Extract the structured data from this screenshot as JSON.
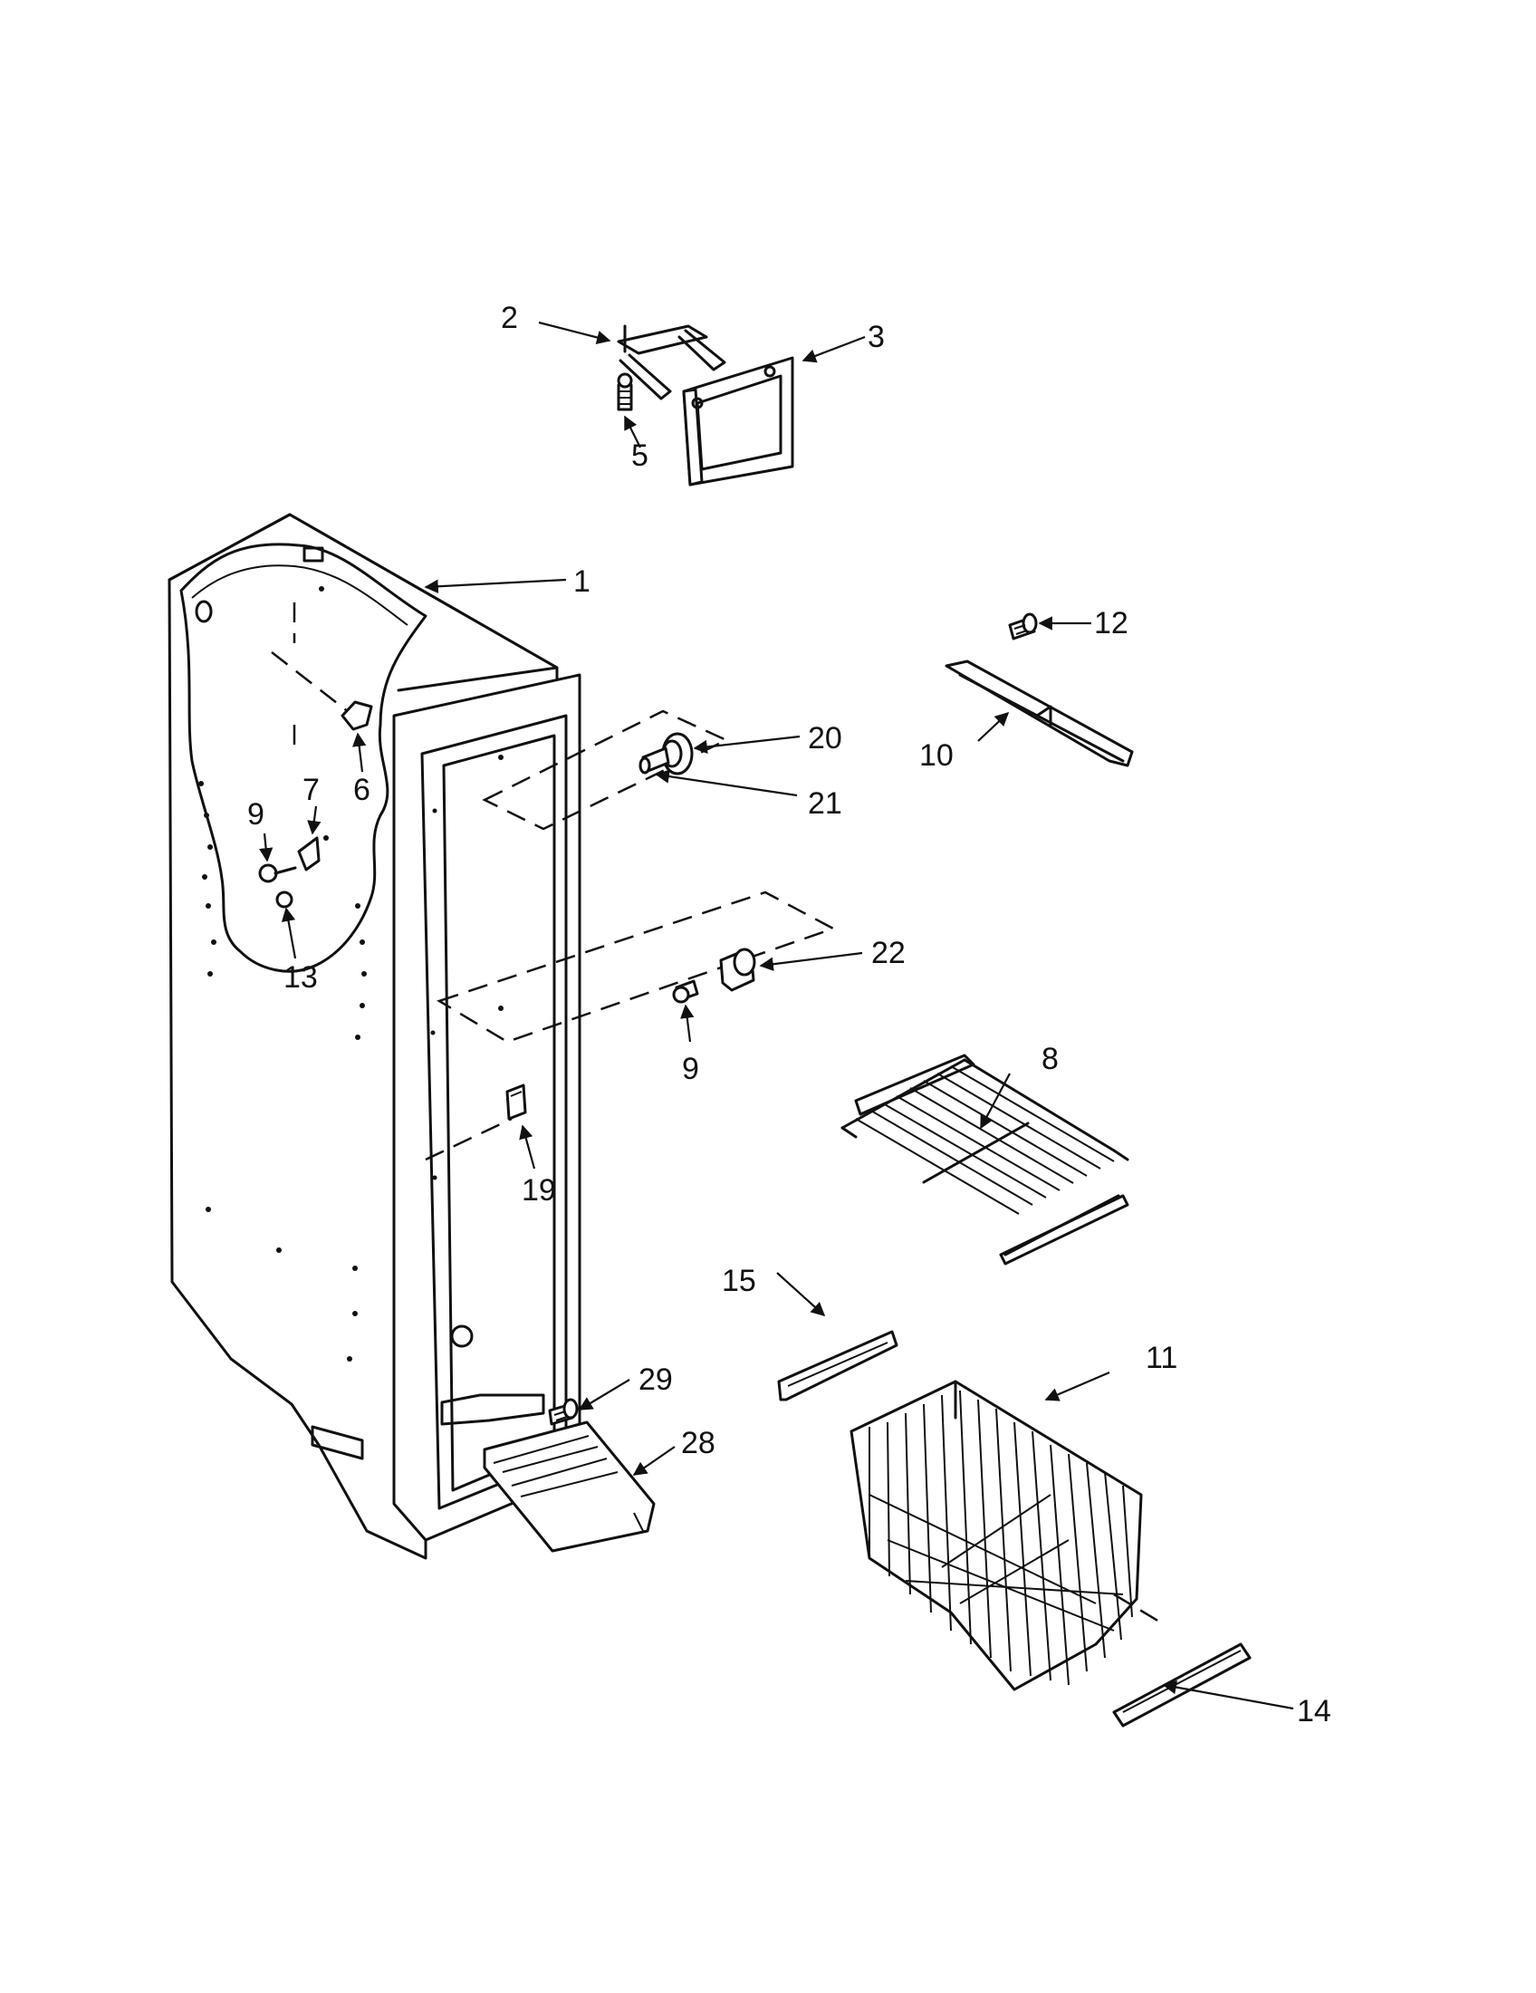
{
  "diagram": {
    "type": "exploded-parts-view",
    "callouts": [
      {
        "id": "c1",
        "label": "1"
      },
      {
        "id": "c2",
        "label": "2"
      },
      {
        "id": "c3",
        "label": "3"
      },
      {
        "id": "c5",
        "label": "5"
      },
      {
        "id": "c6",
        "label": "6"
      },
      {
        "id": "c7",
        "label": "7"
      },
      {
        "id": "c8",
        "label": "8"
      },
      {
        "id": "c9a",
        "label": "9"
      },
      {
        "id": "c9b",
        "label": "9"
      },
      {
        "id": "c10",
        "label": "10"
      },
      {
        "id": "c11",
        "label": "11"
      },
      {
        "id": "c12",
        "label": "12"
      },
      {
        "id": "c13",
        "label": "13"
      },
      {
        "id": "c14",
        "label": "14"
      },
      {
        "id": "c15",
        "label": "15"
      },
      {
        "id": "c19",
        "label": "19"
      },
      {
        "id": "c20",
        "label": "20"
      },
      {
        "id": "c21",
        "label": "21"
      },
      {
        "id": "c22",
        "label": "22"
      },
      {
        "id": "c28",
        "label": "28"
      },
      {
        "id": "c29",
        "label": "29"
      }
    ]
  }
}
